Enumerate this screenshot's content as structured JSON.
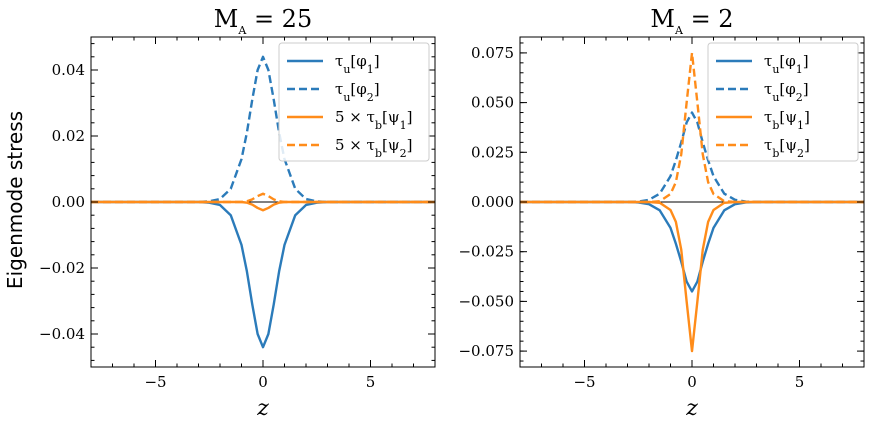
{
  "figure": {
    "ylabel": "Eigenmode stress"
  },
  "colors": {
    "blue": "#2b7bba",
    "orange": "#ff8c1a",
    "axis": "#000000"
  },
  "chart_data": [
    {
      "type": "line",
      "title": "M_A = 25",
      "xlabel": "z",
      "ylabel": "Eigenmode stress",
      "xlim": [
        -8,
        8
      ],
      "ylim": [
        -0.05,
        0.05
      ],
      "xticks": [
        -5,
        0,
        5
      ],
      "xtick_labels": [
        "−5",
        "0",
        "5"
      ],
      "yticks": [
        -0.04,
        -0.02,
        0.0,
        0.02,
        0.04
      ],
      "ytick_labels": [
        "−0.04",
        "−0.02",
        "0.00",
        "0.02",
        "0.04"
      ],
      "grid": false,
      "legend_position": "top-right",
      "series": [
        {
          "name": "τ_u[φ_1]",
          "color": "blue",
          "dash": "solid",
          "x": [
            -8,
            -3,
            -2.5,
            -2,
            -1.5,
            -1,
            -0.75,
            -0.5,
            -0.25,
            0,
            0.25,
            0.5,
            0.75,
            1,
            1.5,
            2,
            2.5,
            3,
            8
          ],
          "y": [
            0,
            0,
            -0.0002,
            -0.0009,
            -0.004,
            -0.013,
            -0.021,
            -0.031,
            -0.04,
            -0.044,
            -0.04,
            -0.031,
            -0.021,
            -0.013,
            -0.004,
            -0.0009,
            -0.0002,
            0,
            0
          ]
        },
        {
          "name": "τ_u[φ_2]",
          "color": "blue",
          "dash": "dashed",
          "x": [
            -8,
            -3,
            -2.5,
            -2,
            -1.5,
            -1,
            -0.75,
            -0.5,
            -0.25,
            0,
            0.25,
            0.5,
            0.75,
            1,
            1.5,
            2,
            2.5,
            3,
            8
          ],
          "y": [
            0,
            0,
            0.0002,
            0.0009,
            0.004,
            0.013,
            0.021,
            0.031,
            0.04,
            0.044,
            0.04,
            0.031,
            0.021,
            0.013,
            0.004,
            0.0009,
            0.0002,
            0,
            0
          ]
        },
        {
          "name": "5 × τ_b[ψ_1]",
          "color": "orange",
          "dash": "solid",
          "x": [
            -8,
            -1,
            -0.75,
            -0.5,
            -0.25,
            0,
            0.25,
            0.5,
            0.75,
            1,
            8
          ],
          "y": [
            0,
            0,
            -0.0002,
            -0.0008,
            -0.0018,
            -0.0025,
            -0.0018,
            -0.0008,
            -0.0002,
            0,
            0
          ]
        },
        {
          "name": "5 × τ_b[ψ_2]",
          "color": "orange",
          "dash": "dashed",
          "x": [
            -8,
            -1,
            -0.75,
            -0.5,
            -0.25,
            0,
            0.25,
            0.5,
            0.75,
            1,
            8
          ],
          "y": [
            0,
            0,
            0.0002,
            0.0008,
            0.0018,
            0.0025,
            0.0018,
            0.0008,
            0.0002,
            0,
            0
          ]
        }
      ]
    },
    {
      "type": "line",
      "title": "M_A = 2",
      "xlabel": "z",
      "ylabel": "",
      "xlim": [
        -8,
        8
      ],
      "ylim": [
        -0.083,
        0.083
      ],
      "xticks": [
        -5,
        0,
        5
      ],
      "xtick_labels": [
        "−5",
        "0",
        "5"
      ],
      "yticks": [
        -0.075,
        -0.05,
        -0.025,
        0.0,
        0.025,
        0.05,
        0.075
      ],
      "ytick_labels": [
        "−0.075",
        "−0.050",
        "−0.025",
        "0.000",
        "0.025",
        "0.050",
        "0.075"
      ],
      "grid": false,
      "legend_position": "top-right",
      "series": [
        {
          "name": "τ_u[φ_1]",
          "color": "blue",
          "dash": "solid",
          "x": [
            -8,
            -3,
            -2.5,
            -2,
            -1.5,
            -1,
            -0.75,
            -0.5,
            -0.25,
            0,
            0.25,
            0.5,
            0.75,
            1,
            1.5,
            2,
            2.5,
            3,
            8
          ],
          "y": [
            0,
            0,
            -0.0002,
            -0.0011,
            -0.0042,
            -0.013,
            -0.021,
            -0.03,
            -0.04,
            -0.045,
            -0.04,
            -0.03,
            -0.021,
            -0.013,
            -0.0042,
            -0.0011,
            -0.0002,
            0,
            0
          ]
        },
        {
          "name": "τ_u[φ_2]",
          "color": "blue",
          "dash": "dashed",
          "x": [
            -8,
            -3,
            -2.5,
            -2,
            -1.5,
            -1,
            -0.75,
            -0.5,
            -0.25,
            0,
            0.25,
            0.5,
            0.75,
            1,
            1.5,
            2,
            2.5,
            3,
            8
          ],
          "y": [
            0,
            0,
            0.0002,
            0.0011,
            0.0042,
            0.013,
            0.021,
            0.03,
            0.04,
            0.045,
            0.04,
            0.03,
            0.021,
            0.013,
            0.0042,
            0.0011,
            0.0002,
            0,
            0
          ]
        },
        {
          "name": "τ_b[ψ_1]",
          "color": "orange",
          "dash": "solid",
          "x": [
            -8,
            -2,
            -1.5,
            -1,
            -0.75,
            -0.5,
            -0.25,
            0,
            0.25,
            0.5,
            0.75,
            1,
            1.5,
            2,
            8
          ],
          "y": [
            0,
            0,
            -0.0004,
            -0.004,
            -0.01,
            -0.024,
            -0.05,
            -0.075,
            -0.05,
            -0.024,
            -0.01,
            -0.004,
            -0.0004,
            0,
            0
          ]
        },
        {
          "name": "τ_b[ψ_2]",
          "color": "orange",
          "dash": "dashed",
          "x": [
            -8,
            -2,
            -1.5,
            -1,
            -0.75,
            -0.5,
            -0.25,
            0,
            0.25,
            0.5,
            0.75,
            1,
            1.5,
            2,
            8
          ],
          "y": [
            0,
            0,
            0.0004,
            0.004,
            0.01,
            0.024,
            0.05,
            0.075,
            0.05,
            0.024,
            0.01,
            0.004,
            0.0004,
            0,
            0
          ]
        }
      ]
    }
  ]
}
